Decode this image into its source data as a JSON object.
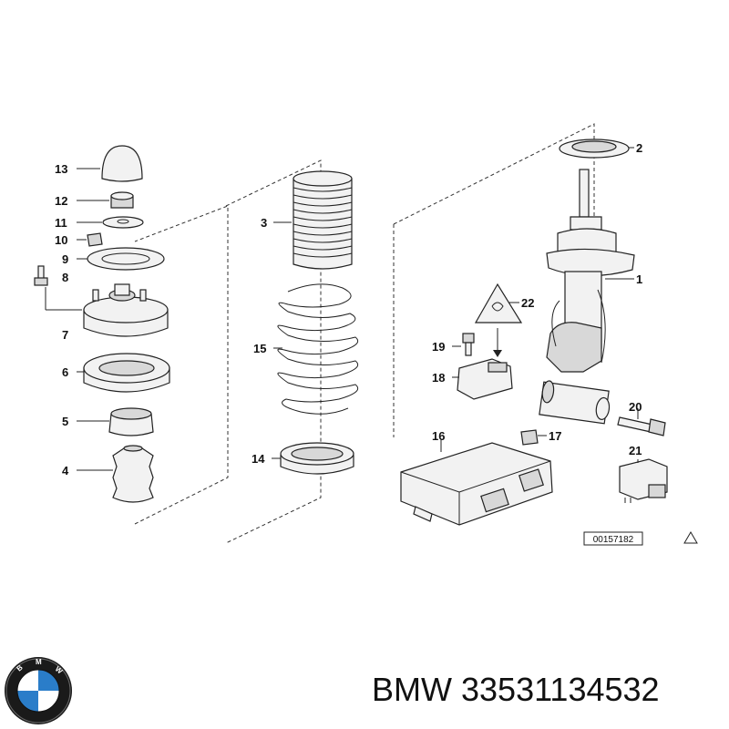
{
  "callouts": {
    "c1": "1",
    "c2": "2",
    "c3": "3",
    "c4": "4",
    "c5": "5",
    "c6": "6",
    "c7": "7",
    "c8": "8",
    "c9": "9",
    "c10": "10",
    "c11": "11",
    "c12": "12",
    "c13": "13",
    "c14": "14",
    "c15": "15",
    "c16": "16",
    "c17": "17",
    "c18": "18",
    "c19": "19",
    "c20": "20",
    "c21": "21",
    "c22": "22"
  },
  "diagram_ref": "00157182",
  "logo": {
    "icon": "bmw-roundel-icon",
    "text": "BMW"
  },
  "caption": {
    "brand": "BMW",
    "part_number": "33531134532"
  }
}
